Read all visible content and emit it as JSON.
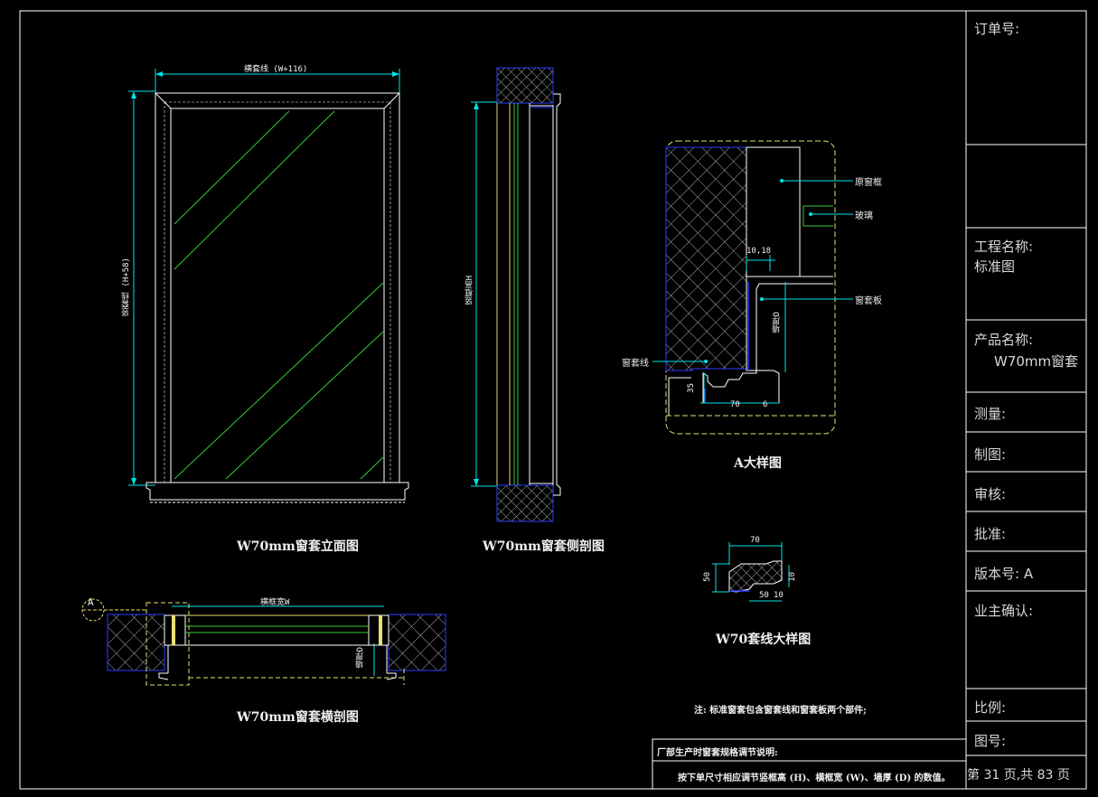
{
  "colors": {
    "background": "#000000",
    "frame": "#ffffff",
    "glass": "#33cc33",
    "dimension": "#00e5e5",
    "wall": "#2a3cff",
    "outline": "#e8e070"
  },
  "title_block": {
    "order_no": "订单号:",
    "project_name_label": "工程名称:",
    "project_name_value": "标准图",
    "product_name_label": "产品名称:",
    "product_name_value": "W70mm窗套",
    "measure": "测量:",
    "drafted": "制图:",
    "review": "审核:",
    "approve": "批准:",
    "version": "版本号: A",
    "owner_confirm": "业主确认:",
    "scale": "比例:",
    "drawing_no": "图号:",
    "page_info": "第 31 页,共 83 页"
  },
  "views": {
    "elevation": {
      "title": "W70mm窗套立面图",
      "width_dim": "横套线 (W+116)",
      "height_dim": "竖套线 (H+58)"
    },
    "side_section": {
      "title": "W70mm窗套侧剖图",
      "height_dim": "竖框高H"
    },
    "plan_section": {
      "title": "W70mm窗套横剖图",
      "width_dim": "横框宽W",
      "depth_dim": "墙厚D",
      "marker": "A"
    },
    "detail_a": {
      "title": "A大样图",
      "labels": {
        "frame": "原窗框",
        "glass": "玻璃",
        "board": "窗套板",
        "trim": "窗套线"
      },
      "dims": {
        "gap": "10,18",
        "wall": "墙厚D",
        "h35": "35",
        "w70": "70",
        "w6": "6"
      }
    },
    "trim_detail": {
      "title": "W70套线大样图",
      "dims": {
        "top": "70",
        "left": "50",
        "bottom1": "50",
        "bottom2": "10",
        "right": "10"
      }
    }
  },
  "notes": {
    "standard": "注: 标准窗套包含窗套线和窗套板两个部件;",
    "factory_header": "厂部生产时窗套规格调节说明:",
    "factory_body": "按下单尺寸相应调节竖框高 (H)、横框宽 (W)、墙厚 (D) 的数值。"
  }
}
